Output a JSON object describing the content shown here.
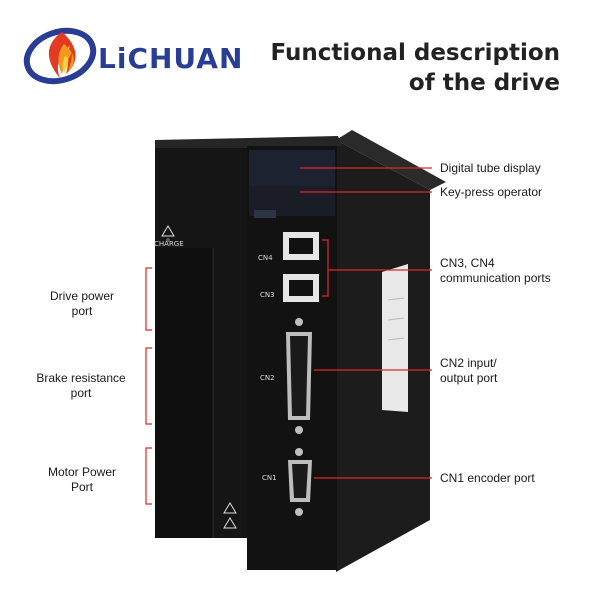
{
  "brand": {
    "name": "LiCHUAN",
    "colors": {
      "blue": "#2a3d94",
      "red": "#e33a24",
      "orange": "#f29a1d",
      "yellow": "#f7d23a"
    }
  },
  "heading": {
    "line1": "Functional description",
    "line2": "of the drive"
  },
  "callouts_right": {
    "digital_display": "Digital tube display",
    "keypress": "Key-press operator",
    "comm_ports_line1": "CN3, CN4",
    "comm_ports_line2": "communication ports",
    "io_port_line1": "CN2 input/",
    "io_port_line2": "output port",
    "encoder_port": "CN1 encoder port"
  },
  "callouts_left": {
    "drive_power_line1": "Drive power",
    "drive_power_line2": "port",
    "brake_line1": "Brake resistance",
    "brake_line2": "port",
    "motor_power_line1": "Motor Power",
    "motor_power_line2": "Port"
  },
  "device_labels": {
    "charge": "CHARGE",
    "cn4": "CN4",
    "cn3": "CN3",
    "cn2": "CN2",
    "cn1": "CN1"
  },
  "colors": {
    "callout_line": "#e0262a",
    "device_body": "#151515"
  }
}
